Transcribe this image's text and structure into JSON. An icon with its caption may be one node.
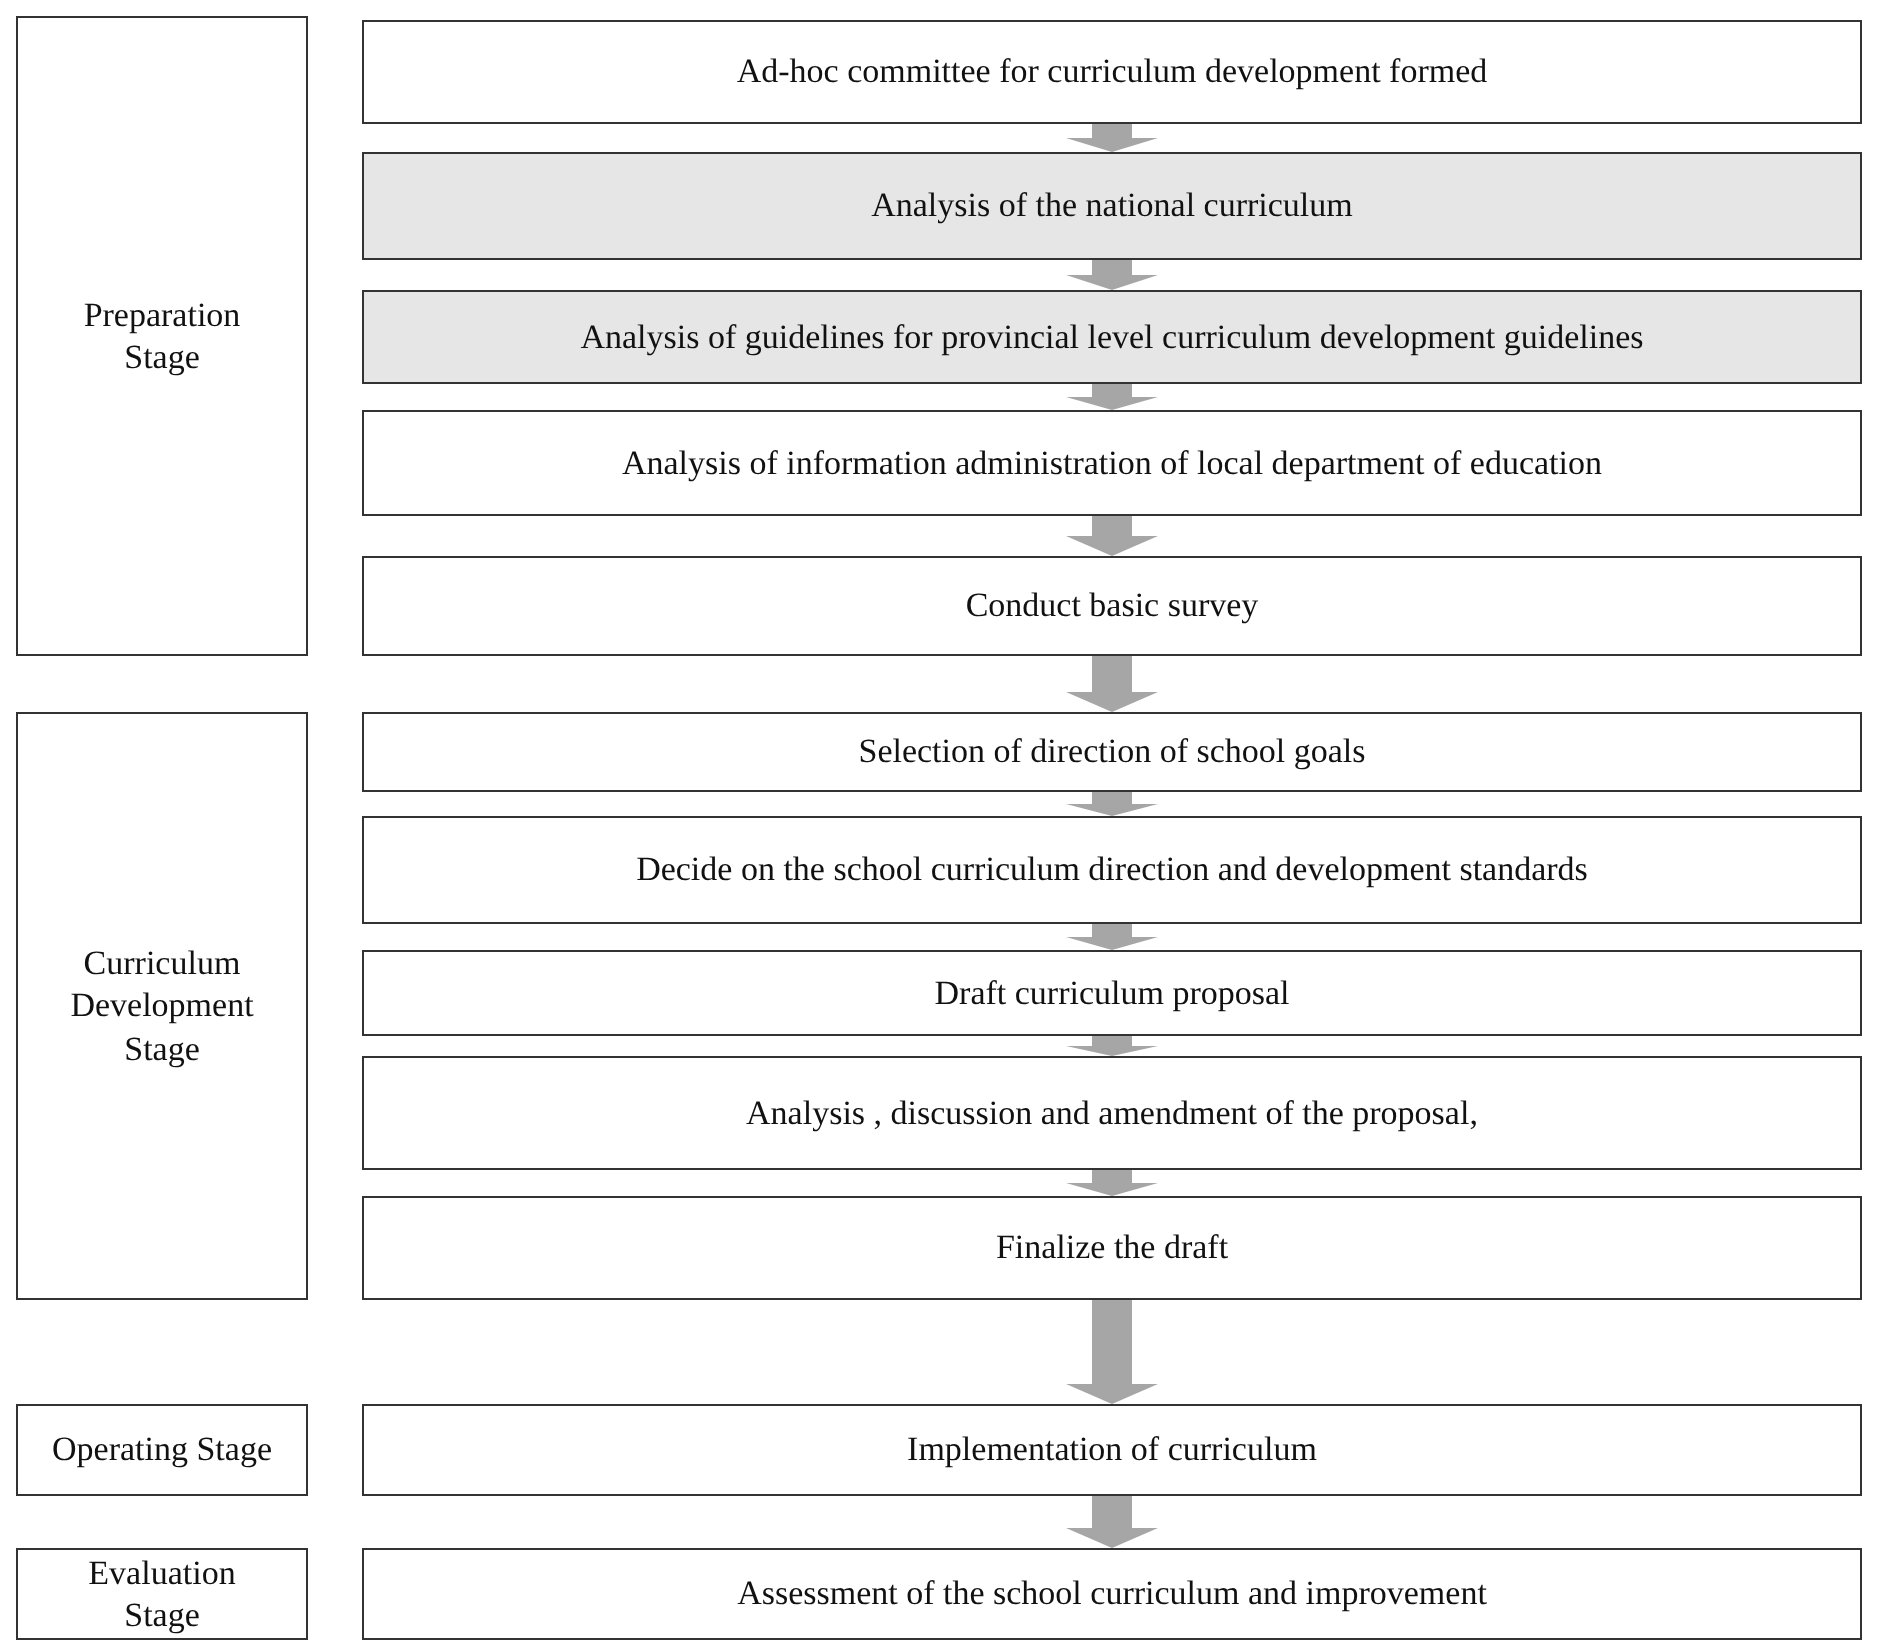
{
  "diagram": {
    "nodes": [
      {
        "text": [
          "Preparation Stage"
        ]
      },
      {
        "text": [
          "Ad-hoc committee for curriculum development formed"
        ]
      },
      {
        "text": [
          "Analysis of the national curriculum"
        ]
      },
      {
        "text": [
          "Analysis of guidelines for provincial level curriculum development guidelines"
        ]
      },
      {
        "text": [
          "Analysis of information administration of local department of education"
        ]
      },
      {
        "text": [
          "Conduct basic survey"
        ]
      },
      {
        "text": [
          "Curriculum Development Stage"
        ]
      },
      {
        "text": [
          "Selection of direction of school goals"
        ]
      },
      {
        "text": [
          "Decide on the school curriculum direction and development standards"
        ]
      },
      {
        "text": [
          "Draft curriculum proposal"
        ]
      },
      {
        "text": [
          "Analysis , discussion and amendment of the proposal,"
        ]
      },
      {
        "text": [
          "Finalize the draft"
        ]
      },
      {
        "text": [
          "Operating Stage"
        ]
      },
      {
        "text": [
          "Implementation of curriculum"
        ]
      },
      {
        "text": [
          "Evaluation Stage"
        ]
      },
      {
        "text": [
          "Assessment of the school curriculum and improvement"
        ]
      }
    ],
    "edges": [
      {
        "from": 1,
        "to": 2,
        "arrow": "to"
      },
      {
        "from": 2,
        "to": 3,
        "arrow": "to"
      },
      {
        "from": 3,
        "to": 4,
        "arrow": "to"
      },
      {
        "from": 4,
        "to": 5,
        "arrow": "to"
      },
      {
        "from": 5,
        "to": 7,
        "arrow": "to"
      },
      {
        "from": 7,
        "to": 8,
        "arrow": "to"
      },
      {
        "from": 8,
        "to": 9,
        "arrow": "to"
      },
      {
        "from": 9,
        "to": 10,
        "arrow": "to"
      },
      {
        "from": 10,
        "to": 11,
        "arrow": "to"
      },
      {
        "from": 11,
        "to": 13,
        "arrow": "to"
      },
      {
        "from": 13,
        "to": 15,
        "arrow": "to"
      }
    ]
  }
}
